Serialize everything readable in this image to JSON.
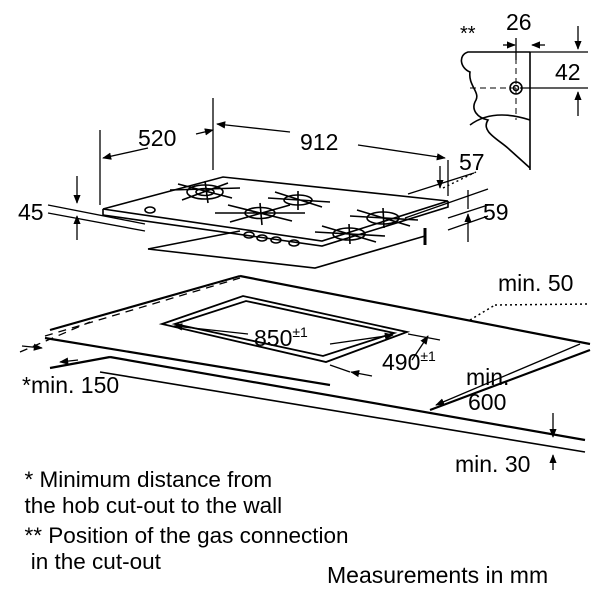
{
  "dimensions": {
    "hob_depth": "520",
    "hob_width": "912",
    "hob_height": "45",
    "right_offset_top": "57",
    "right_offset_bottom": "59",
    "cutout_width": "850",
    "cutout_width_tolerance": "±1",
    "cutout_depth": "490",
    "cutout_depth_tolerance": "±1",
    "gas_conn_marker": "**",
    "gas_conn_x": "26",
    "gas_conn_y": "42"
  },
  "clearances": {
    "rear_min_label": "min. 50",
    "front_min_label": "min.",
    "front_min_value": "600",
    "side_min_label": "*min. 150",
    "bottom_min_label": "min. 30"
  },
  "notes": [
    {
      "marker": "*",
      "lines": [
        "Minimum distance from",
        "the hob cut-out to the wall"
      ]
    },
    {
      "marker": "**",
      "lines": [
        "Position of the gas connection",
        "in the cut-out"
      ]
    }
  ],
  "footer": "Measurements in mm"
}
